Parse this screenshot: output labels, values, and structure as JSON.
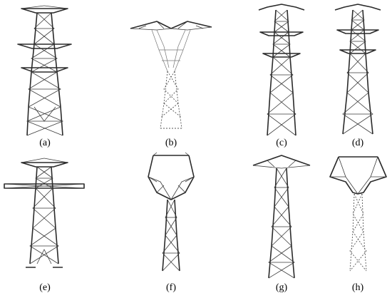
{
  "figure": {
    "panels": [
      {
        "id": "a",
        "caption": "(a)",
        "tower": "double-circuit-three-tier-tower"
      },
      {
        "id": "b",
        "caption": "(b)",
        "tower": "cup-type-tower"
      },
      {
        "id": "c",
        "caption": "(c)",
        "tower": "double-circuit-tower"
      },
      {
        "id": "d",
        "caption": "(d)",
        "tower": "double-circuit-tower"
      },
      {
        "id": "e",
        "caption": "(e)",
        "tower": "wide-crossarm-tower"
      },
      {
        "id": "f",
        "caption": "(f)",
        "tower": "cat-head-tower"
      },
      {
        "id": "g",
        "caption": "(g)",
        "tower": "single-circuit-tower"
      },
      {
        "id": "h",
        "caption": "(h)",
        "tower": "cat-head-tower"
      }
    ]
  }
}
